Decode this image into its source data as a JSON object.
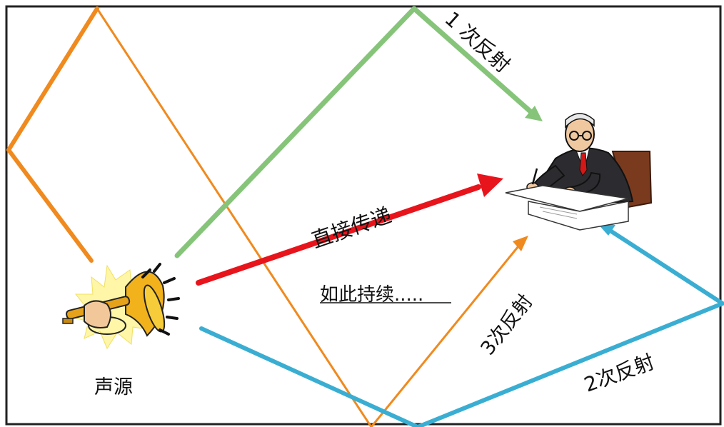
{
  "labels": {
    "direct": "直接传递",
    "reflect1": "1 次反射",
    "reflect2": "2次反射",
    "reflect3": "3次反射",
    "continue": "如此持续.....",
    "source": "声源"
  },
  "colors": {
    "direct": "#e8141c",
    "reflect1": "#86c47a",
    "reflect2": "#3aaed2",
    "reflect3": "#f08a1e",
    "frame": "#222222"
  },
  "icons": {
    "source": "trumpet-icon",
    "listener": "man-at-desk-icon"
  }
}
